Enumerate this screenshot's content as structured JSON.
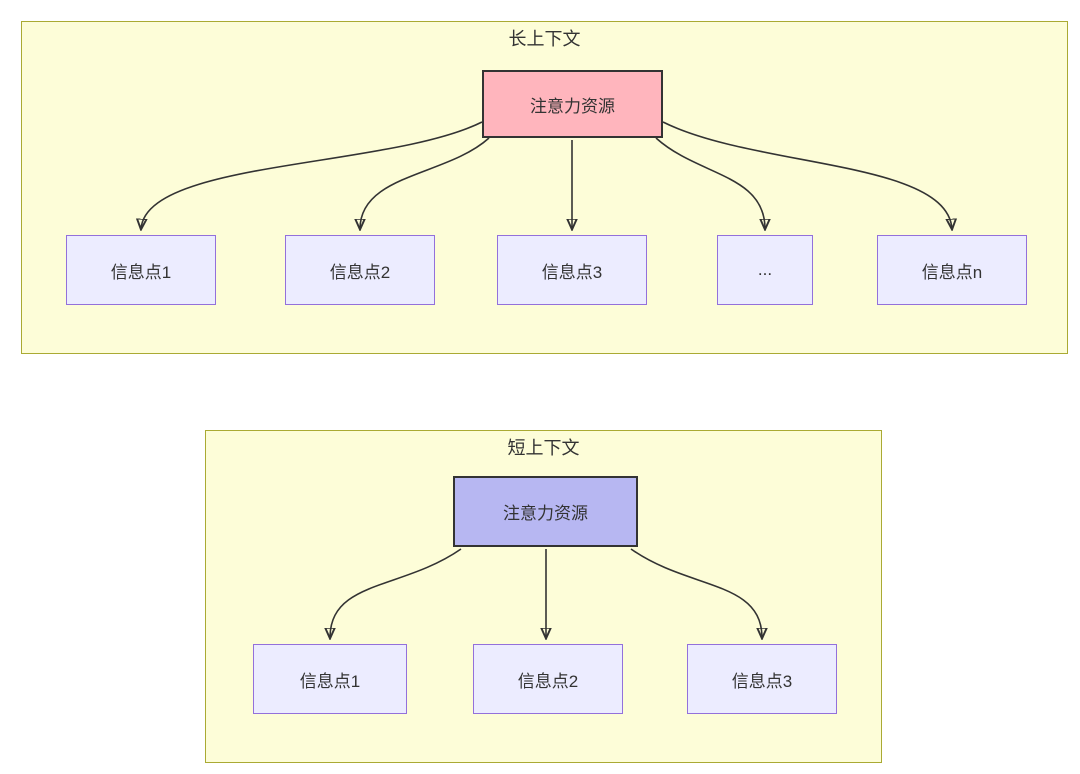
{
  "long_context": {
    "title": "长上下文",
    "attention_label": "注意力资源",
    "info_points": [
      "信息点1",
      "信息点2",
      "信息点3",
      "...",
      "信息点n"
    ]
  },
  "short_context": {
    "title": "短上下文",
    "attention_label": "注意力资源",
    "info_points": [
      "信息点1",
      "信息点2",
      "信息点3"
    ]
  },
  "colors": {
    "container_fill": "#fdfdd8",
    "container_border": "#aaaa33",
    "long_attention_fill": "#ffb5bd",
    "short_attention_fill": "#b7b7f2",
    "node_border_dark": "#333333",
    "info_fill": "#ececff",
    "info_border": "#9370db",
    "edge": "#333333"
  }
}
